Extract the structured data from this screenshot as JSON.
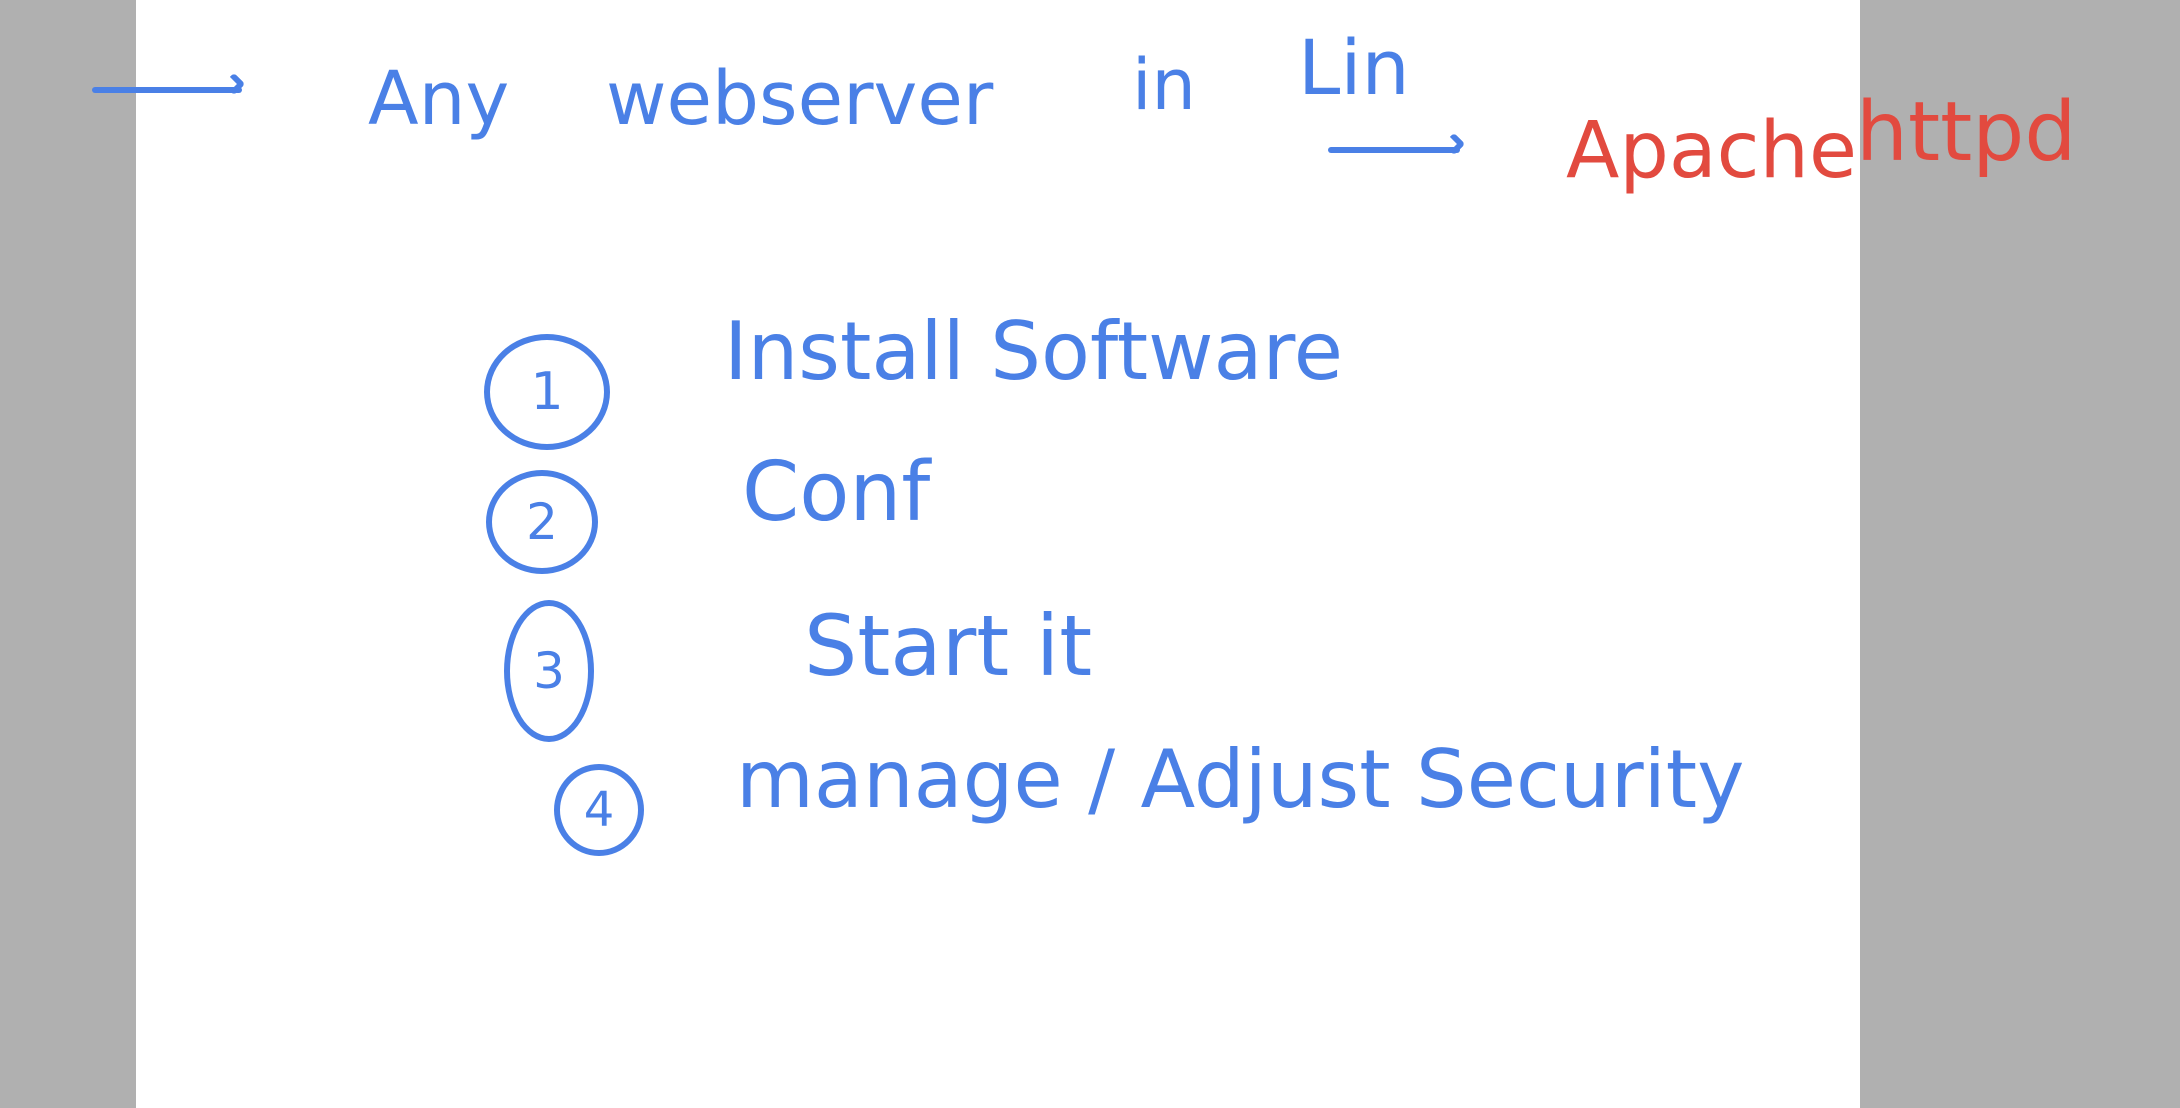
{
  "colors": {
    "ink_blue": "#4a80e6",
    "ink_red": "#e24a3f",
    "page": "#ffffff",
    "gutter": "#b0b0b0"
  },
  "note": {
    "heading": "Any webserver in Lin",
    "heading_part1": "Any",
    "heading_part2": "webserver",
    "heading_part3": "in",
    "heading_part4": "Lin",
    "target": "Apache httpd",
    "target_part1": "Apache",
    "target_part2": "httpd",
    "steps": [
      {
        "number": "1",
        "text": "Install Software"
      },
      {
        "number": "2",
        "text": "Conf"
      },
      {
        "number": "3",
        "text": "Start it"
      },
      {
        "number": "4",
        "text": "manage / Adjust Security"
      }
    ]
  }
}
